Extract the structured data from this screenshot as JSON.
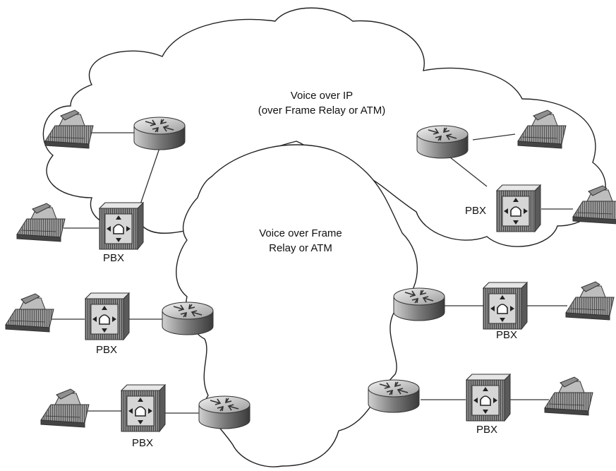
{
  "clouds": {
    "voip_line1": "Voice over IP",
    "voip_line2": "(over Frame Relay or ATM)",
    "vofr_line1": "Voice over Frame",
    "vofr_line2": "Relay or ATM"
  },
  "pbx_label": "PBX"
}
